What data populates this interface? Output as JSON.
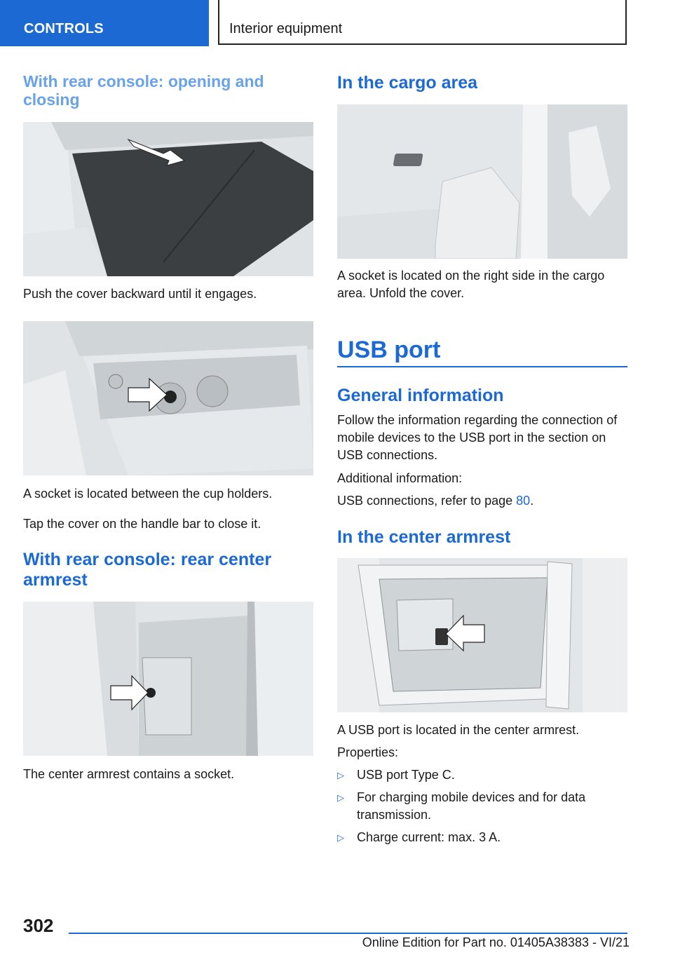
{
  "header": {
    "section": "CONTROLS",
    "chapter": "Interior equipment"
  },
  "left": {
    "h_open_close": "With rear console: opening and closing",
    "p_push": "Push the cover backward until it engages.",
    "p_socket_cup": "A socket is located between the cup holders.",
    "p_tap": "Tap the cover on the handle bar to close it.",
    "h_rear_armrest": "With rear console: rear center armrest",
    "p_armrest_socket": "The center armrest contains a socket."
  },
  "right": {
    "h_cargo": "In the cargo area",
    "p_cargo": "A socket is located on the right side in the cargo area. Unfold the cover.",
    "h_usb": "USB port",
    "h_general": "General information",
    "p_follow": "Follow the information regarding the connection of mobile devices to the USB port in the section on USB connections.",
    "p_additional": "Additional information:",
    "p_usb_ref_prefix": "USB connections, refer to page ",
    "p_usb_ref_page": "80",
    "p_usb_ref_suffix": ".",
    "h_center_armrest": "In the center armrest",
    "p_usb_located": "A USB port is located in the center armrest.",
    "p_properties": "Properties:",
    "bullets": [
      "USB port Type C.",
      "For charging mobile devices and for data transmission.",
      "Charge current: max. 3 A."
    ],
    "bullet_icon": "triangle-right-icon"
  },
  "footer": {
    "page_number": "302",
    "edition": "Online Edition for Part no. 01405A38383 - VI/21"
  },
  "colors": {
    "accent": "#1c69d4",
    "heading_light": "#6aa2e8"
  }
}
